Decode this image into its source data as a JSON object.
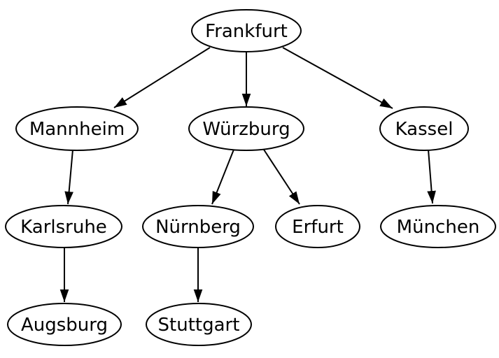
{
  "nodes": [
    {
      "id": "frankfurt",
      "label": "Frankfurt"
    },
    {
      "id": "mannheim",
      "label": "Mannheim"
    },
    {
      "id": "wuerzburg",
      "label": "Würzburg"
    },
    {
      "id": "kassel",
      "label": "Kassel"
    },
    {
      "id": "karlsruhe",
      "label": "Karlsruhe"
    },
    {
      "id": "nuernberg",
      "label": "Nürnberg"
    },
    {
      "id": "erfurt",
      "label": "Erfurt"
    },
    {
      "id": "muenchen",
      "label": "München"
    },
    {
      "id": "augsburg",
      "label": "Augsburg"
    },
    {
      "id": "stuttgart",
      "label": "Stuttgart"
    }
  ],
  "edges": [
    {
      "from": "Frankfurt",
      "to": "Mannheim"
    },
    {
      "from": "Frankfurt",
      "to": "Würzburg"
    },
    {
      "from": "Frankfurt",
      "to": "Kassel"
    },
    {
      "from": "Mannheim",
      "to": "Karlsruhe"
    },
    {
      "from": "Würzburg",
      "to": "Nürnberg"
    },
    {
      "from": "Würzburg",
      "to": "Erfurt"
    },
    {
      "from": "Kassel",
      "to": "München"
    },
    {
      "from": "Karlsruhe",
      "to": "Augsburg"
    },
    {
      "from": "Nürnberg",
      "to": "Stuttgart"
    }
  ],
  "colors": {
    "background": "#ffffff",
    "node_fill": "#ffffff",
    "node_stroke": "#000000",
    "edge_stroke": "#000000",
    "text": "#000000"
  }
}
